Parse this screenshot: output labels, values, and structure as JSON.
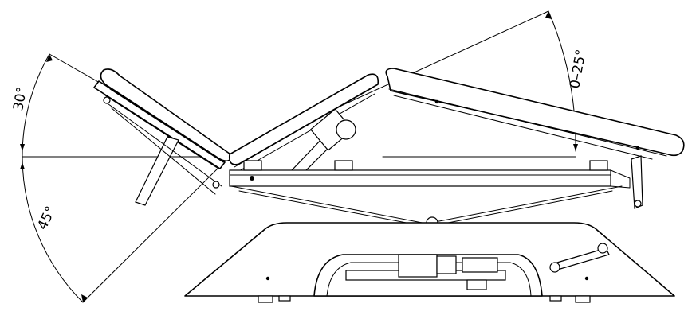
{
  "annotations": {
    "head_angle": "30°",
    "back_angle": "45°",
    "foot_angle": "0–25°"
  },
  "colors": {
    "line": "#000000",
    "background": "#ffffff"
  }
}
